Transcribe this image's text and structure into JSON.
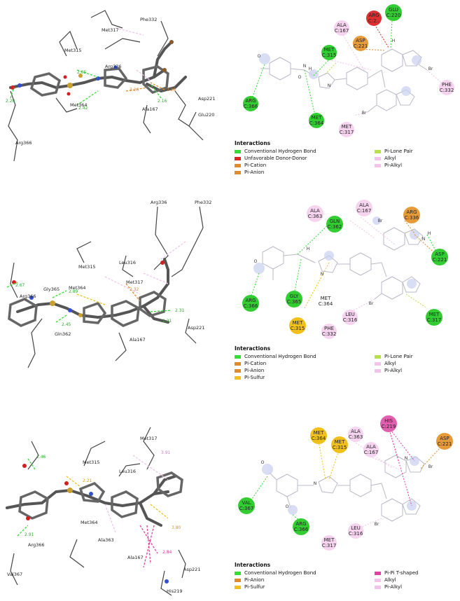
{
  "legend_title": "Interactions",
  "colors": {
    "conventional_hbond": "#33dd33",
    "unfavorable_donor_donor": "#dd2222",
    "pi_cation": "#e08a2a",
    "pi_anion": "#e08a2a",
    "pi_sulfur": "#f2c01a",
    "pi_lone_pair": "#b8e04a",
    "alkyl": "#f2c4ec",
    "pi_alkyl": "#f2c4ec",
    "pi_pi_tshaped": "#e040a0"
  },
  "panels": [
    {
      "labels_3d": [
        "Met317",
        "Phe332",
        "Met315",
        "Arg336",
        "Asp221",
        "Glu220",
        "Ala167",
        "Met364",
        "Arg366"
      ],
      "distances_3d": [
        "2.28",
        "2.05",
        "2.42",
        "2.16",
        "3.26",
        "2.28"
      ],
      "residues_2d": [
        {
          "name": "GLU",
          "num": "C:220",
          "kind": "hbond"
        },
        {
          "name": "ARG",
          "num": "C:2..",
          "kind": "unfav"
        },
        {
          "name": "ALA",
          "num": "C:167",
          "kind": "alkyl"
        },
        {
          "name": "ASP",
          "num": "C:221",
          "kind": "anion"
        },
        {
          "name": "MET",
          "num": "C:315",
          "kind": "hbond"
        },
        {
          "name": "ARG",
          "num": "C:366",
          "kind": "hbond"
        },
        {
          "name": "MET",
          "num": "C:364",
          "kind": "hbond"
        },
        {
          "name": "MET",
          "num": "C:317",
          "kind": "alkyl"
        },
        {
          "name": "PHE",
          "num": "C:332",
          "kind": "alkyl"
        }
      ],
      "atoms_2d": [
        "Br",
        "Br",
        "H",
        "H",
        "O",
        "O",
        "N",
        "N"
      ],
      "legend": [
        [
          "Conventional Hydrogen Bond",
          "Pi-Lone Pair"
        ],
        [
          "Unfavorable Donor-Donor",
          "Alkyl"
        ],
        [
          "Pi-Cation",
          "Pi-Alkyl"
        ],
        [
          "Pi-Anion",
          ""
        ]
      ]
    },
    {
      "labels_3d": [
        "Arg336",
        "Phe332",
        "Met315",
        "Leu316",
        "Met317",
        "Gly365",
        "Met364",
        "Arg366",
        "Asp221",
        "Ala167",
        "Gln362"
      ],
      "distances_3d": [
        "2.67",
        "2.89",
        "2.32",
        "2.31",
        "2.21",
        "2.45"
      ],
      "residues_2d": [
        {
          "name": "ALA",
          "num": "C:363",
          "kind": "alkyl"
        },
        {
          "name": "ALA",
          "num": "C:167",
          "kind": "alkyl"
        },
        {
          "name": "ARG",
          "num": "C:336",
          "kind": "cation"
        },
        {
          "name": "GLN",
          "num": "C:362",
          "kind": "hbond"
        },
        {
          "name": "ASP",
          "num": "C:221",
          "kind": "hbond"
        },
        {
          "name": "ARG",
          "num": "C:366",
          "kind": "hbond"
        },
        {
          "name": "GLY",
          "num": "C:365",
          "kind": "hbond"
        },
        {
          "name": "MET",
          "num": "C:364",
          "kind": "plain"
        },
        {
          "name": "MET",
          "num": "C:315",
          "kind": "sulfur"
        },
        {
          "name": "PHE",
          "num": "C:332",
          "kind": "alkyl"
        },
        {
          "name": "LEU",
          "num": "C:316",
          "kind": "alkyl"
        },
        {
          "name": "MET",
          "num": "C:317",
          "kind": "hbond"
        }
      ],
      "atoms_2d": [
        "Br",
        "Br",
        "H",
        "H",
        "O",
        "N",
        "N"
      ],
      "legend": [
        [
          "Conventional Hydrogen Bond",
          "Pi-Lone Pair"
        ],
        [
          "Pi-Cation",
          "Alkyl"
        ],
        [
          "Pi-Anion",
          "Pi-Alkyl"
        ],
        [
          "Pi-Sulfur",
          ""
        ]
      ]
    },
    {
      "labels_3d": [
        "Met315",
        "Met317",
        "Leu316",
        "Met364",
        "Ala363",
        "Arg366",
        "Val367",
        "Ala167",
        "Asp221",
        "His219"
      ],
      "distances_3d": [
        "2.46",
        "2.91",
        "2.21",
        "3.91",
        "2.84",
        "3.80"
      ],
      "residues_2d": [
        {
          "name": "HIS",
          "num": "C:219",
          "kind": "tshaped"
        },
        {
          "name": "MET",
          "num": "C:364",
          "kind": "sulfur"
        },
        {
          "name": "ALA",
          "num": "C:363",
          "kind": "alkyl"
        },
        {
          "name": "MET",
          "num": "C:315",
          "kind": "sulfur"
        },
        {
          "name": "ALA",
          "num": "C:167",
          "kind": "alkyl"
        },
        {
          "name": "ASP",
          "num": "C:221",
          "kind": "anion"
        },
        {
          "name": "VAL",
          "num": "C:367",
          "kind": "hbond"
        },
        {
          "name": "ARG",
          "num": "C:366",
          "kind": "hbond"
        },
        {
          "name": "LEU",
          "num": "C:316",
          "kind": "alkyl"
        },
        {
          "name": "MET",
          "num": "C:317",
          "kind": "alkyl"
        }
      ],
      "atoms_2d": [
        "Br",
        "Br",
        "O",
        "O",
        "N",
        "N"
      ],
      "legend": [
        [
          "Conventional Hydrogen Bond",
          "Pi-Pi T-shaped"
        ],
        [
          "Pi-Anion",
          "Alkyl"
        ],
        [
          "Pi-Sulfur",
          "Pi-Alkyl"
        ]
      ]
    }
  ]
}
